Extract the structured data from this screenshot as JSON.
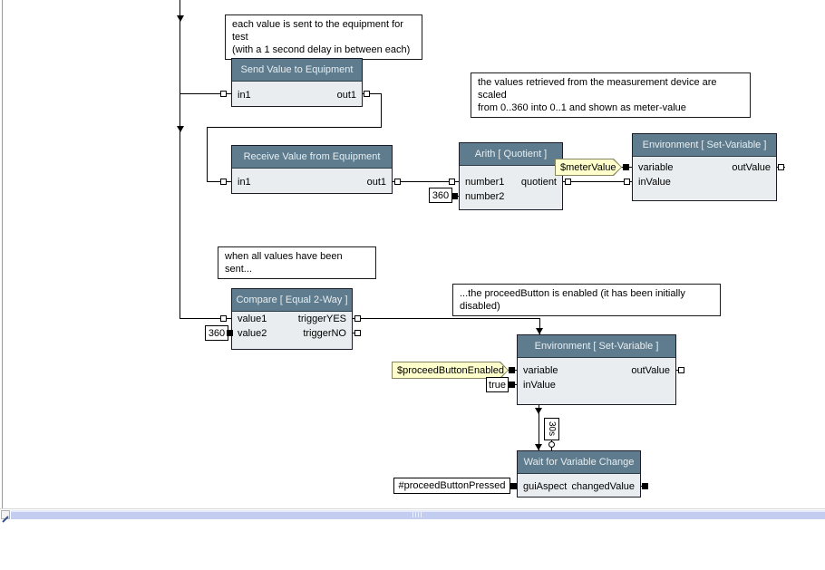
{
  "comments": {
    "send_note": "each value is sent to the equipment for test\n(with a 1 second delay in between each)",
    "scale_note": "the values retrieved from the measurement device are scaled\nfrom 0..360 into 0..1 and shown as meter-value",
    "sent_note": "when all values have been sent...",
    "proceed_note": "...the proceedButton is enabled (it has been initially disabled)"
  },
  "nodes": {
    "send": {
      "title": "Send Value to Equipment",
      "in1": "in1",
      "out1": "out1"
    },
    "receive": {
      "title": "Receive Value from Equipment",
      "in1": "in1",
      "out1": "out1"
    },
    "arith": {
      "title": "Arith [ Quotient ]",
      "number1": "number1",
      "number2": "number2",
      "quotient": "quotient"
    },
    "env_meter": {
      "title": "Environment [ Set-Variable ]",
      "variable": "variable",
      "inValue": "inValue",
      "outValue": "outValue"
    },
    "compare": {
      "title": "Compare [ Equal 2-Way ]",
      "value1": "value1",
      "value2": "value2",
      "triggerYES": "triggerYES",
      "triggerNO": "triggerNO"
    },
    "env_proceed": {
      "title": "Environment [ Set-Variable ]",
      "variable": "variable",
      "inValue": "inValue",
      "outValue": "outValue"
    },
    "wait": {
      "title": "Wait for Variable Change",
      "guiAspect": "guiAspect",
      "changedValue": "changedValue"
    }
  },
  "tags": {
    "meter_value": "$meterValue",
    "proceed_enabled": "$proceedButtonEnabled"
  },
  "constants": {
    "arith_divisor": "360",
    "compare_value2": "360",
    "true_value": "true",
    "gui_aspect": "#proceedButtonPressed"
  },
  "timeout_label": "30s",
  "colors": {
    "node_header": "#5e7c8d",
    "node_body": "#e9edf0",
    "tag_background": "#ffffcc",
    "scrollbar": "#c3cdf0"
  }
}
